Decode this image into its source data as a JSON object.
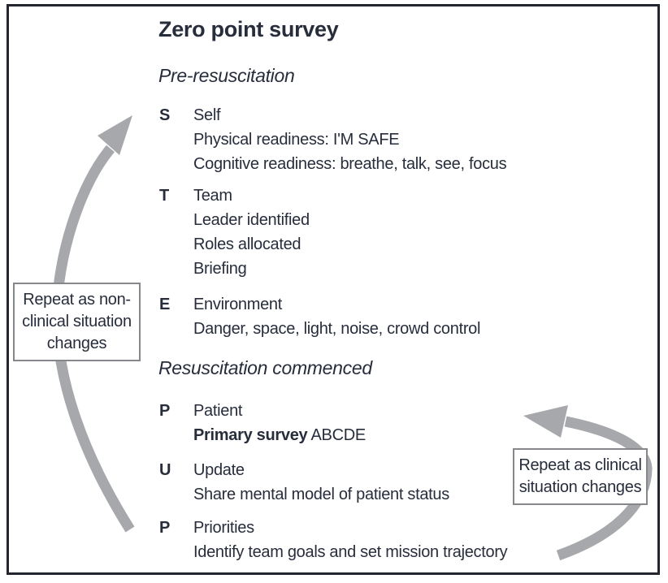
{
  "figure": {
    "title": "Zero point survey",
    "sections": [
      {
        "heading": "Pre-resuscitation",
        "items": [
          {
            "letter": "S",
            "name": "Self",
            "details": [
              "Physical readiness: I'M SAFE",
              "Cognitive readiness: breathe, talk, see, focus"
            ]
          },
          {
            "letter": "T",
            "name": "Team",
            "details": [
              "Leader identified",
              "Roles allocated",
              "Briefing"
            ]
          },
          {
            "letter": "E",
            "name": "Environment",
            "details": [
              "Danger, space, light, noise, crowd control"
            ]
          }
        ]
      },
      {
        "heading": "Resuscitation commenced",
        "items": [
          {
            "letter": "P",
            "name": "Patient",
            "detail_bold": "Primary survey",
            "detail_rest": " ABCDE"
          },
          {
            "letter": "U",
            "name": "Update",
            "details": [
              "Share mental model of patient status"
            ]
          },
          {
            "letter": "P",
            "name": "Priorities",
            "details": [
              "Identify team goals and set mission trajectory"
            ]
          }
        ]
      }
    ],
    "callouts": {
      "left": {
        "lines": [
          "Repeat as non-",
          "clinical situation",
          "changes"
        ]
      },
      "right": {
        "lines": [
          "Repeat as clinical",
          "situation changes"
        ]
      }
    },
    "colors": {
      "text": "#282d3c",
      "arrow": "#a6a8ab",
      "box_border": "#85878a",
      "frame_border": "#23262e"
    }
  }
}
